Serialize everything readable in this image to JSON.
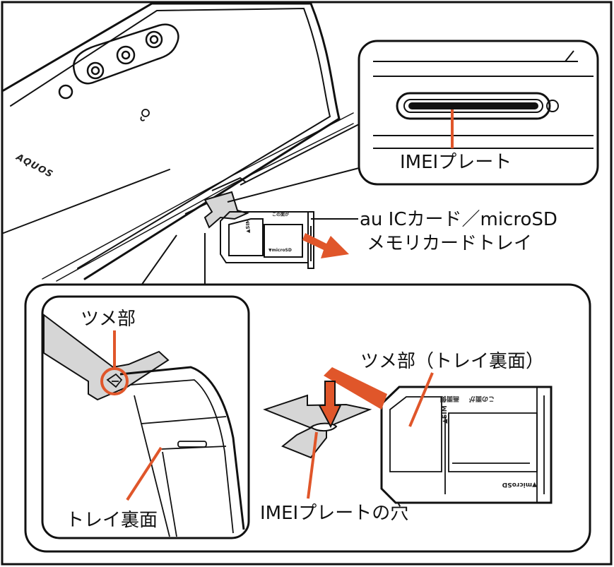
{
  "colors": {
    "accent": "#e0562a",
    "ink": "#111111",
    "sticker": "#d6d6d6"
  },
  "phone": {
    "brand": "AQUOS"
  },
  "labels": {
    "imei_plate": "IMEIプレート",
    "tray_line1": "au ICカード／microSD",
    "tray_line2": "メモリカードトレイ",
    "tab_part": "ツメ部",
    "tab_part_back": "ツメ部（トレイ裏面）",
    "tray_back": "トレイ裏面",
    "imei_plate_hole": "IMEIプレートの穴"
  },
  "tray_markings": {
    "sim": "▲SIM",
    "microsd": "▼microSD",
    "side_note_1": "画面側",
    "side_note_2": "この面が"
  },
  "icons": [
    "nfc-icon",
    "camera-lens-icon",
    "arrow-icon"
  ]
}
